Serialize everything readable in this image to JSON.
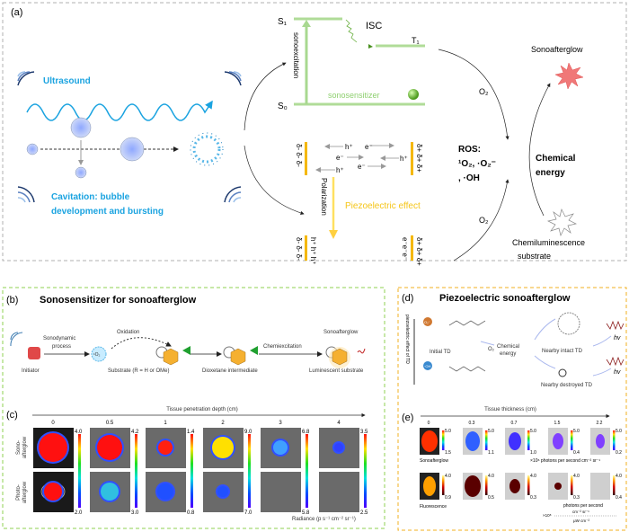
{
  "colors": {
    "ultrasound": "#1aa3e0",
    "sonosensitizer": "#8fd070",
    "piezo": "#f5c518",
    "panel_a_border": "#b0b0b0",
    "panel_bc_border": "#8fd050",
    "panel_de_border": "#f0b020"
  },
  "a": {
    "label": "(a)",
    "ultrasound": "Ultrasound",
    "cavitation_line1": "Cavitation: bubble",
    "cavitation_line2": "development and bursting",
    "s1": "S₁",
    "s0": "S₀",
    "t1": "T₁",
    "isc": "ISC",
    "sonoexcitation": "sonoexcitation",
    "sonosensitizer": "sonosensitizer",
    "delta_minus": "δ- δ- δ-",
    "delta_plus": "δ+ δ+ δ+",
    "h_plus": "h⁺",
    "e_minus": "e⁻",
    "h_row": "h⁺ h⁺ h⁺",
    "e_row": "e⁻e⁻e⁻",
    "polarization": "Polarization",
    "piezoelectric": "Piezoelectric effect",
    "o2": "O₂",
    "ros_line1": "ROS:",
    "ros_line2": "¹O₂, ·O₂⁻",
    "ros_line3": ", ·OH",
    "chemical_line1": "Chemical",
    "chemical_line2": "energy",
    "sonoafterglow": "Sonoafterglow",
    "chemi_line1": "Chemiluminescence",
    "chemi_line2": "substrate"
  },
  "b": {
    "label": "(b)",
    "title": "Sonosensitizer for sonoafterglow",
    "sonodynamic_line1": "Sonodynamic",
    "sonodynamic_line2": "process",
    "initiator": "Initiator",
    "singlet_o2": "¹O₂",
    "oxidation": "Oxidation",
    "substrate": "Substrate (R = H or OMe)",
    "dioxetane": "Dioxetane intermediate",
    "chemiexcitation": "Chemiexcitation",
    "sonoafterglow": "Sonoafterglow",
    "luminescent": "Luminescent substrate"
  },
  "c": {
    "label": "(c)",
    "axis_title": "Tissue penetration depth (cm)",
    "row_labels": [
      "Sono-\nafterglow",
      "Photo-\nafterglow"
    ],
    "row_label_lines": [
      [
        "Sono-",
        "afterglow"
      ],
      [
        "Photo-",
        "afterglow"
      ]
    ],
    "depths": [
      "0",
      "0.5",
      "1",
      "2",
      "3",
      "4"
    ],
    "scale_max": [
      "4.0",
      "4.2",
      "1.4",
      "9.0",
      "6.8",
      "3.5"
    ],
    "scale_min": [
      "2.0",
      "3.0",
      "0.8",
      "7.0",
      "5.8",
      "2.5"
    ],
    "radiance_label": "Radiance (p s⁻¹ cm⁻² sr⁻¹)"
  },
  "d": {
    "label": "(d)",
    "title": "Piezoelectric sonoafterglow",
    "side_label": "piezoelectric effect of TD",
    "o2_badge": "O₂⁻",
    "oh_badge": "·OH",
    "initial_td": "Initial TD",
    "o2": "O₂",
    "chemical_line1": "Chemical",
    "chemical_line2": "energy",
    "intact_td": "Nearby intact TD",
    "destroyed_td": "Nearby destroyed TD",
    "hv": "hv"
  },
  "e": {
    "label": "(e)",
    "axis_title": "Tissue thickness (cm)",
    "thickness": [
      "0",
      "0.3",
      "0.7",
      "1.5",
      "2.2"
    ],
    "sono_max": [
      "5.0",
      "5.0",
      "5.0",
      "5.0",
      "5.0"
    ],
    "sono_min": [
      "1.5",
      "1.1",
      "1.0",
      "0.4",
      "0.2"
    ],
    "fluo_max": [
      "4.0",
      "4.0",
      "4.0",
      "4.0",
      "4.0"
    ],
    "fluo_min": [
      "0.9",
      "0.5",
      "0.3",
      "0.3",
      "0.4"
    ],
    "sono_label": "Sonoafterglow",
    "sono_unit": "×10⁶ photons per second cm⁻² sr⁻¹",
    "fluo_label": "Fluorescence",
    "fluo_unit_top": "photons per second",
    "fluo_unit_mid": "cm⁻² sr⁻¹",
    "fluo_unit_prefix": "×10⁸",
    "fluo_unit_bottom": "μW cm⁻²"
  }
}
